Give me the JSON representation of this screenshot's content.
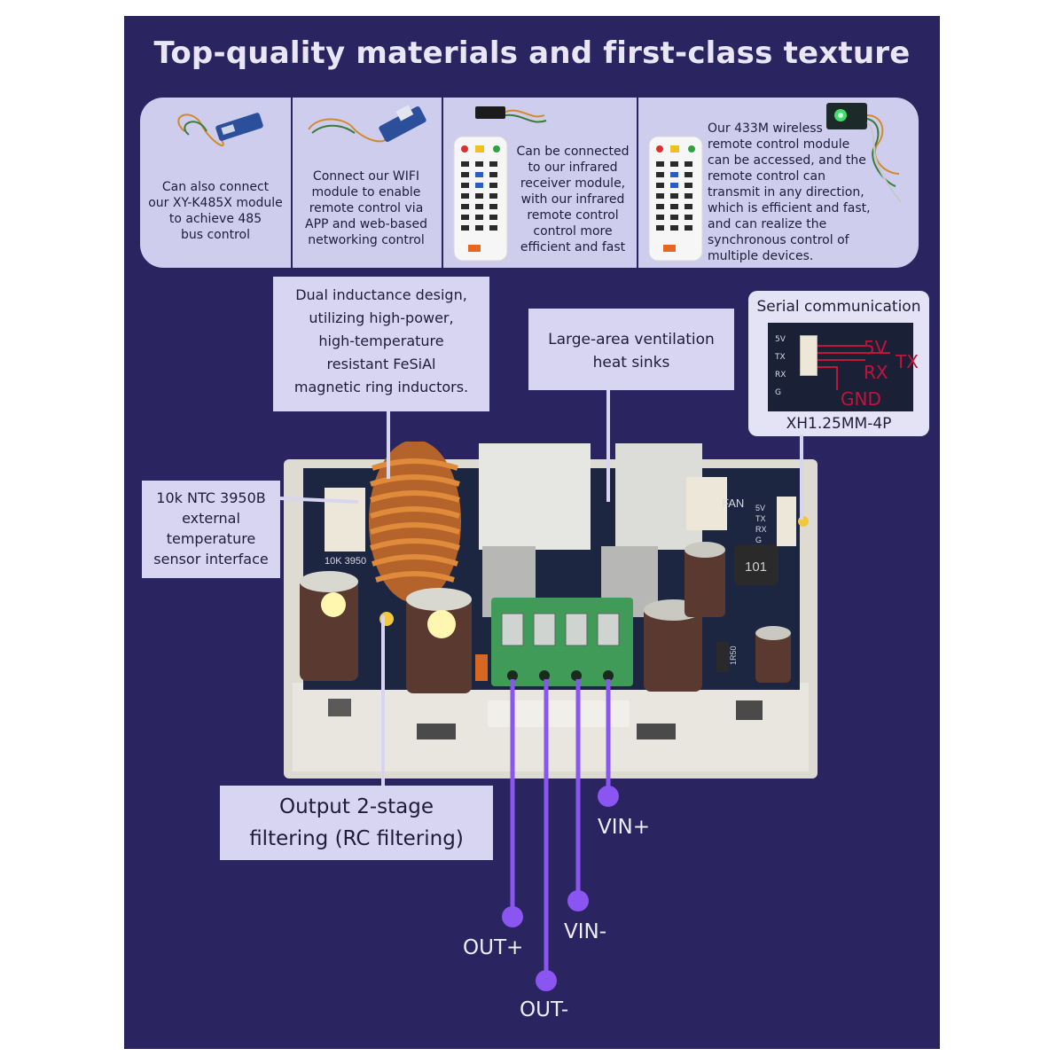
{
  "title": "Top-quality materials and first-class texture",
  "features": [
    {
      "text": "Can also connect\nour XY-K485X module\nto achieve 485\nbus control"
    },
    {
      "text": "Connect our WIFI\nmodule to enable\nremote control via\nAPP and web-based\nnetworking control"
    },
    {
      "text": "Can be connected\nto our infrared\nreceiver module,\nwith our infrared\nremote control\ncontrol more\nefficient and fast"
    },
    {
      "text": "Our 433M wireless\nremote control module\ncan be accessed, and the\nremote control can\ntransmit in any direction,\nwhich is efficient and fast,\nand can realize the\nsynchronous control of\nmultiple devices."
    }
  ],
  "callouts": {
    "inductance": "Dual inductance design,\nutilizing high-power,\nhigh-temperature\nresistant FeSiAl\nmagnetic ring inductors.",
    "heatsinks": "Large-area ventilation\nheat sinks",
    "ntc": "10k NTC 3950B\nexternal\ntemperature\nsensor interface",
    "filtering": "Output 2-stage\nfiltering (RC filtering)"
  },
  "serial": {
    "title": "Serial communication",
    "pins": [
      "5V",
      "RX",
      "GND"
    ],
    "tx": "TX",
    "board_pins": [
      "5V",
      "TX",
      "RX",
      "G"
    ],
    "connector": "XH1.25MM-4P"
  },
  "board": {
    "ntc_label": "10K 3950",
    "fan_label": "FAN",
    "inductor_code": "101",
    "resistor_code": "1R50",
    "board_pins": [
      "5V",
      "TX",
      "RX",
      "G"
    ]
  },
  "terminals": [
    "VIN+",
    "VIN-",
    "OUT+",
    "OUT-"
  ],
  "colors": {
    "background": "#2a2560",
    "callout": "#d7d5f1",
    "wire": "#8a55f0",
    "pcb": "#1d2640",
    "terminal": "#3f9b57",
    "serial_red": "#c1143a"
  }
}
